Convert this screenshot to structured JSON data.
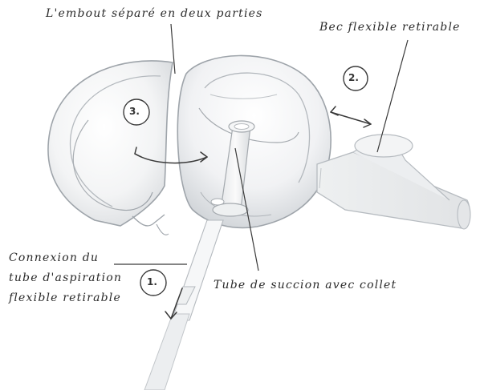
{
  "labels": {
    "top_left": "L'embout séparé en deux parties",
    "top_right": "Bec flexible retirable",
    "bottom_left_1": "Connexion du",
    "bottom_left_2": "tube d'aspiration",
    "bottom_left_3": "flexible retirable",
    "bottom_center": "Tube de succion avec collet"
  },
  "steps": {
    "one": "1.",
    "two": "2.",
    "three": "3."
  }
}
